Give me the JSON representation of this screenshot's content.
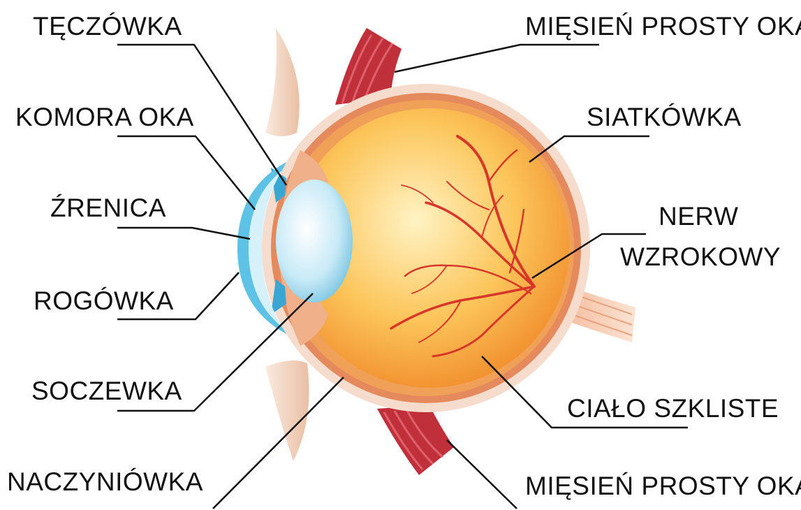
{
  "labels": {
    "iris": "TĘCZÓWKA",
    "chamber": "KOMORA OKA",
    "pupil": "ŹRENICA",
    "cornea": "ROGÓWKA",
    "lens": "SOCZEWKA",
    "choroid": "NACZYNIÓWKA",
    "muscle_top": "MIĘSIEŃ PROSTY OKA",
    "retina": "SIATKÓWKA",
    "optic_nerve_line1": "NERW",
    "optic_nerve_line2": "WZROKOWY",
    "vitreous": "CIAŁO SZKLISTE",
    "muscle_bottom": "MIĘSIEŃ PROSTY OKA"
  },
  "colors": {
    "sclera": "#f4d8c8",
    "choroid": "#e07a4a",
    "vitreous": "#f9b43a",
    "vitreous_light": "#fde7a0",
    "lens": "#bfe6f5",
    "cornea": "#5ec2e6",
    "muscle": "#b5242f",
    "vessel": "#d33a2c",
    "eyelid": "#f2d4bf"
  }
}
